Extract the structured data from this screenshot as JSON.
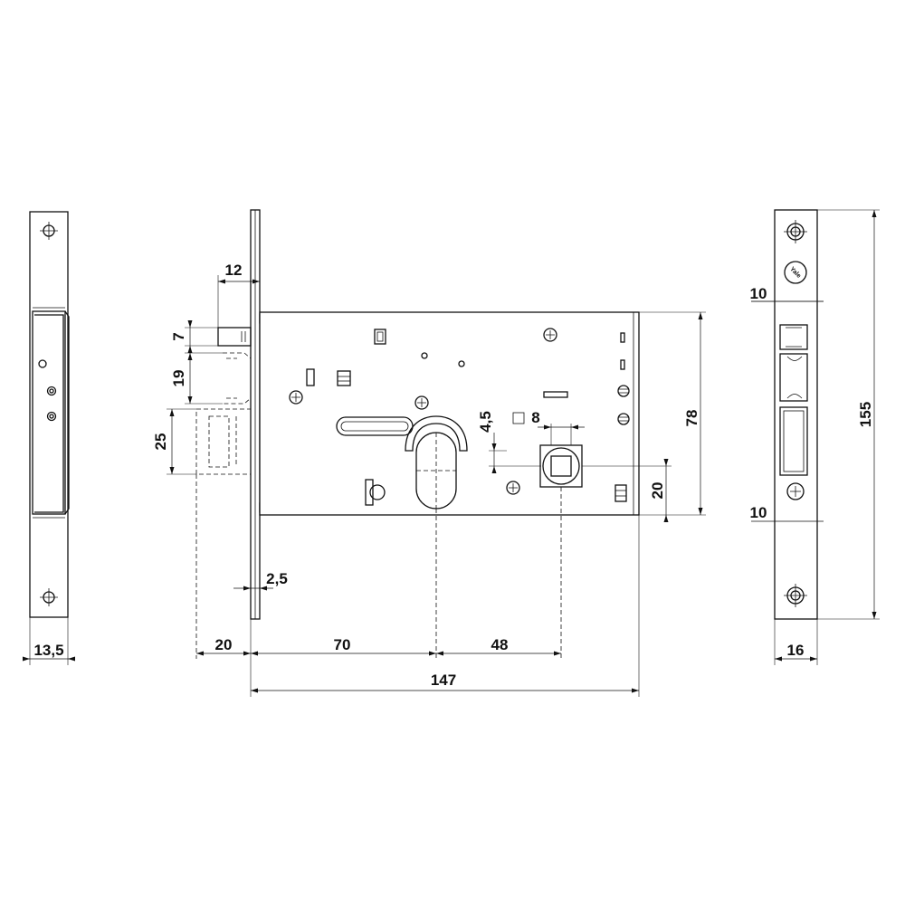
{
  "drawing": {
    "brand_logo": "Yale",
    "dimensions": {
      "left_faceplate_thickness": "13,5",
      "latch_projection": "12",
      "latch_height": "7",
      "latch_to_bolt_gap": "19",
      "deadbolt_height": "25",
      "faceplate_thickness": "2,5",
      "backset_offset": "20",
      "cylinder_distance": "70",
      "follower_distance": "48",
      "case_length": "147",
      "cylinder_offset": "4,5",
      "square_follower": "8",
      "case_height": "78",
      "follower_height": "20",
      "strike_top_margin": "10",
      "strike_bottom_margin": "10",
      "strike_length": "155",
      "strike_width": "16"
    }
  }
}
